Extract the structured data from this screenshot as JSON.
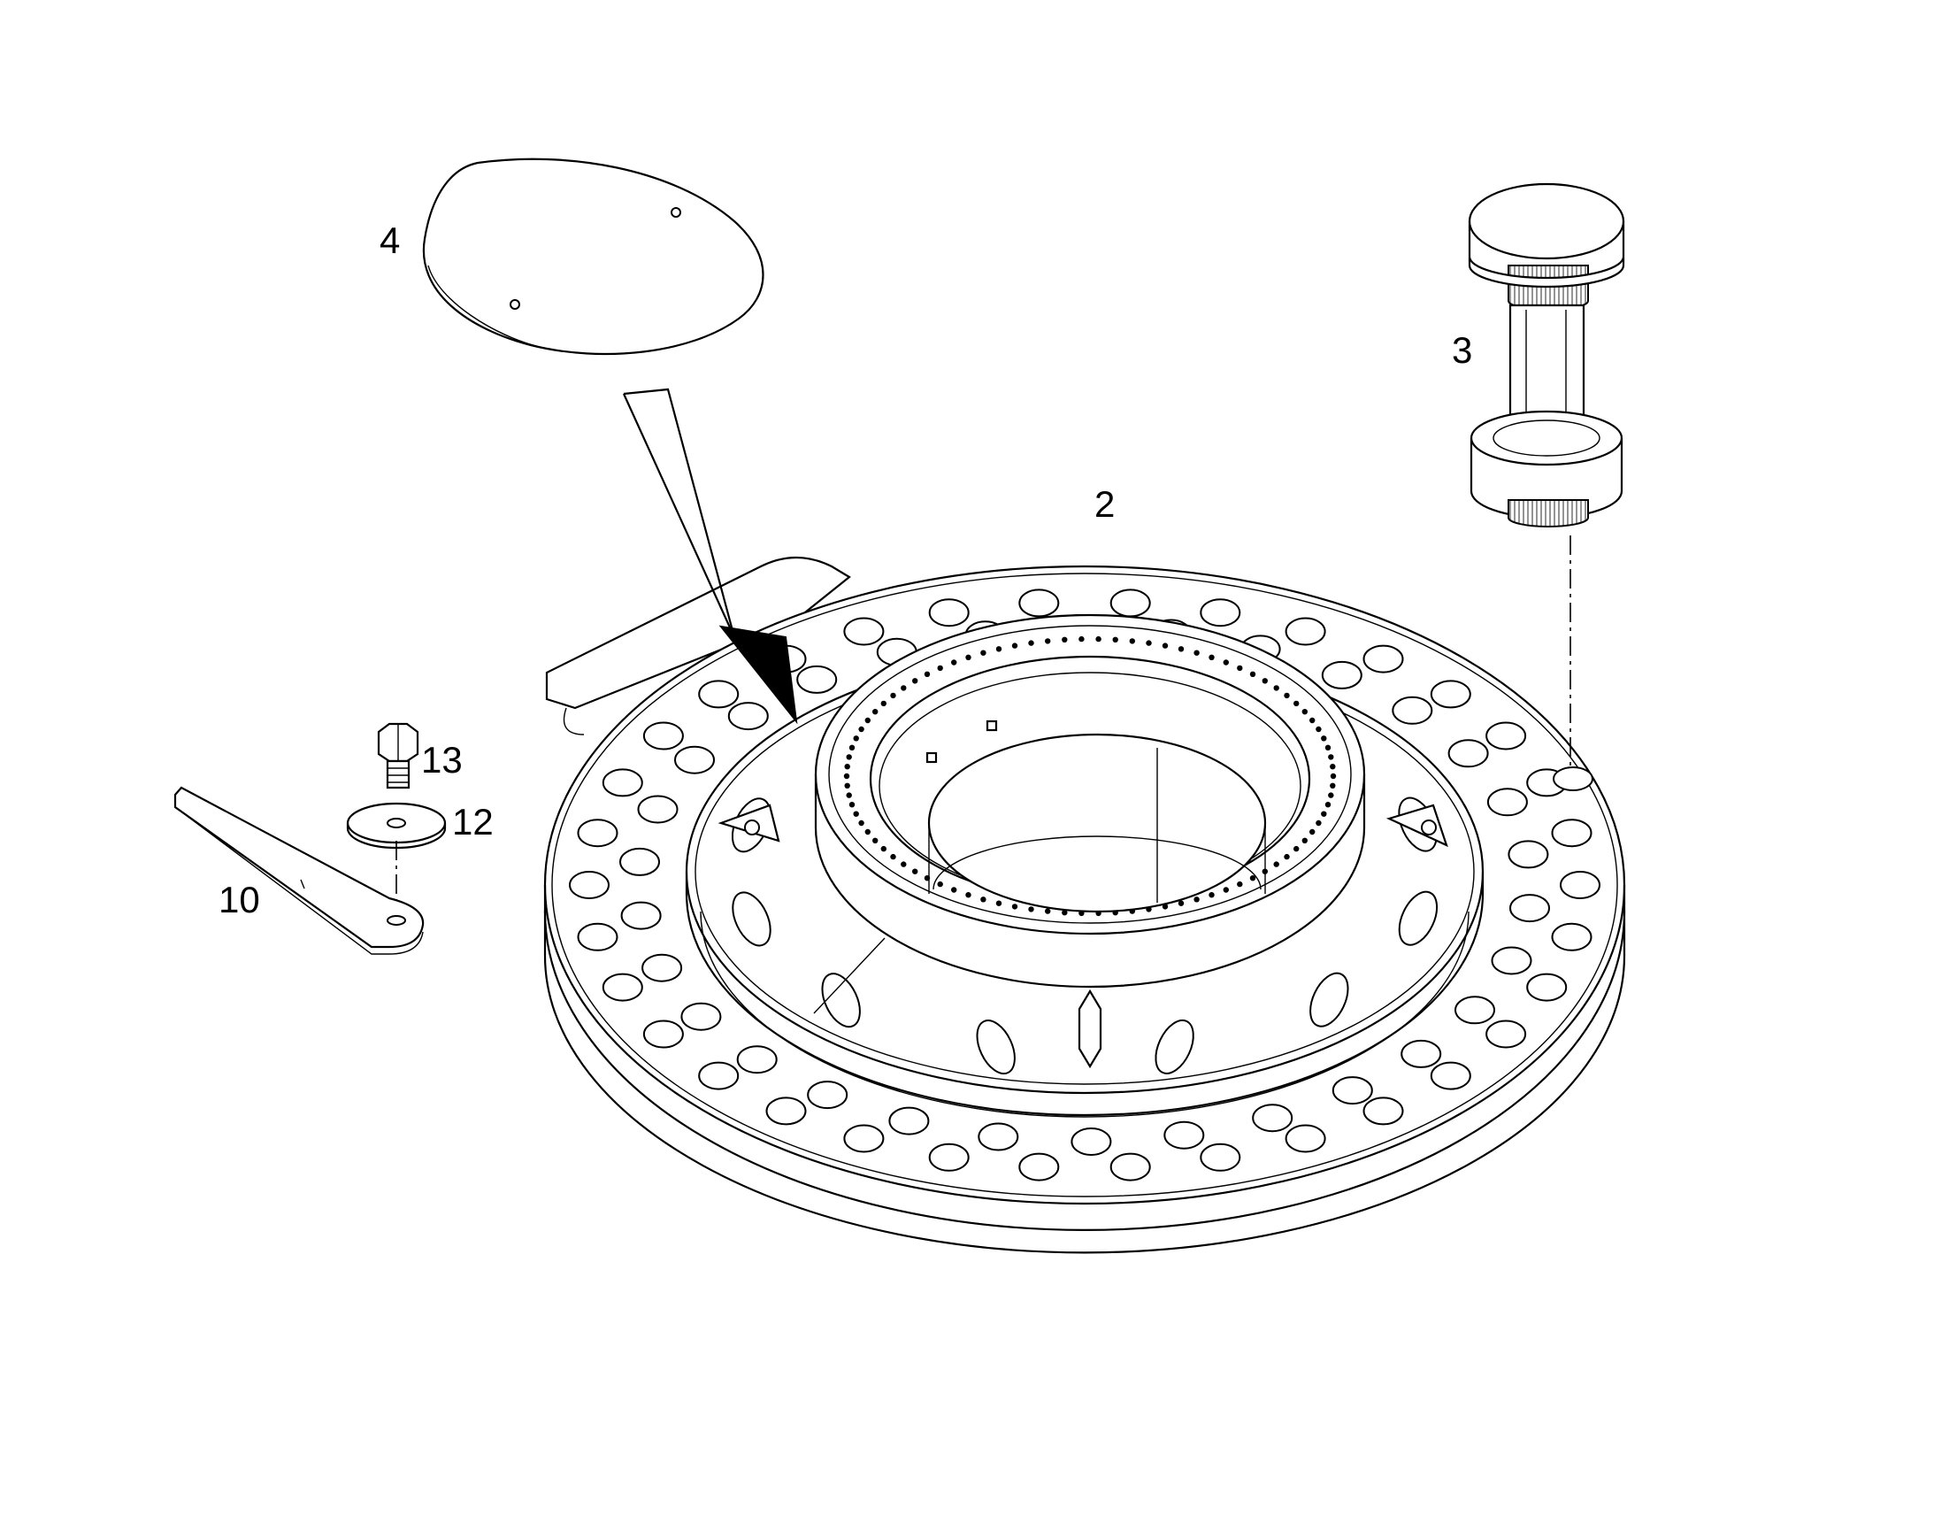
{
  "parts": [
    {
      "id": "label-2",
      "text": "2"
    },
    {
      "id": "label-3",
      "text": "3"
    },
    {
      "id": "label-4",
      "text": "4"
    },
    {
      "id": "label-10",
      "text": "10"
    },
    {
      "id": "label-12",
      "text": "12"
    },
    {
      "id": "label-13",
      "text": "13"
    }
  ],
  "colors": {
    "line": "#000000",
    "background": "#ffffff"
  }
}
